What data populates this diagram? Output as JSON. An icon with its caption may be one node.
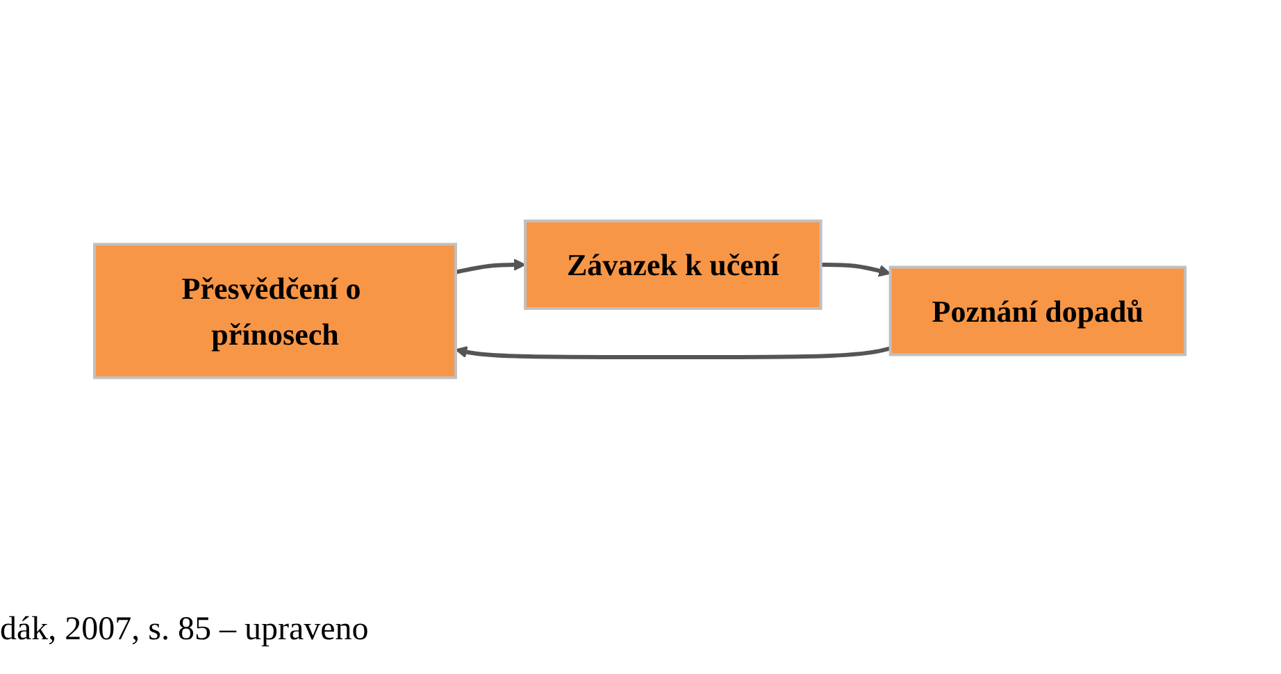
{
  "diagram": {
    "caption": "dák, 2007, s. 85 – upraveno",
    "nodes": [
      {
        "text": [
          "Přesvědčení o přínosech"
        ]
      },
      {
        "text": [
          "Závazek k učení"
        ]
      },
      {
        "text": [
          "Poznání dopadů"
        ]
      }
    ],
    "edges": [
      {
        "from": 0,
        "to": 1,
        "arrow": "to"
      },
      {
        "from": 1,
        "to": 2,
        "arrow": "to"
      },
      {
        "from": 2,
        "to": 0,
        "arrow": "to"
      }
    ]
  }
}
